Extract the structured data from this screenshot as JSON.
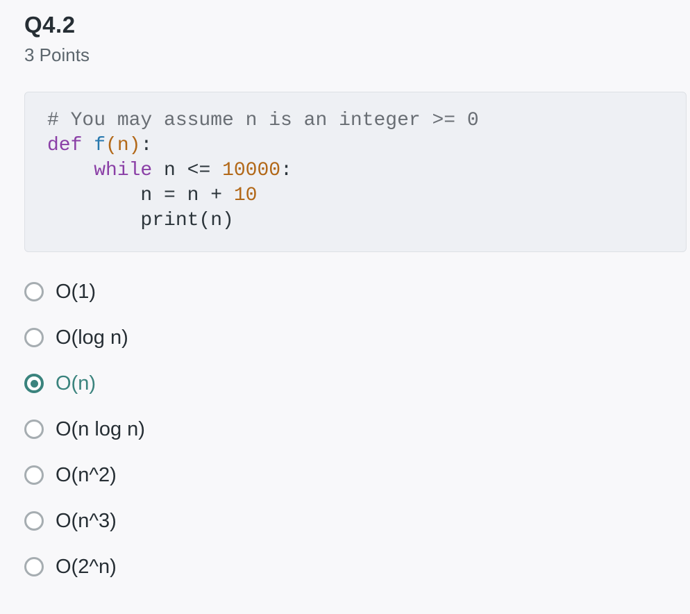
{
  "question": {
    "title": "Q4.2",
    "points": "3 Points"
  },
  "code_block": {
    "language": "python",
    "lines": [
      [
        {
          "text": "# You may assume n is an integer >= 0",
          "type": "comment"
        }
      ],
      [
        {
          "text": "def",
          "type": "keyword"
        },
        {
          "text": " ",
          "type": "plain"
        },
        {
          "text": "f",
          "type": "function"
        },
        {
          "text": "(n)",
          "type": "param"
        },
        {
          "text": ":",
          "type": "plain"
        }
      ],
      [
        {
          "text": "    ",
          "type": "plain"
        },
        {
          "text": "while",
          "type": "keyword"
        },
        {
          "text": " n <= ",
          "type": "plain"
        },
        {
          "text": "10000",
          "type": "number"
        },
        {
          "text": ":",
          "type": "plain"
        }
      ],
      [
        {
          "text": "        n = n + ",
          "type": "plain"
        },
        {
          "text": "10",
          "type": "number"
        }
      ],
      [
        {
          "text": "        print(n)",
          "type": "plain"
        }
      ]
    ]
  },
  "options": {
    "selected_value": "O(n)",
    "items": [
      {
        "label": "O(1)",
        "selected": false
      },
      {
        "label": "O(log n)",
        "selected": false
      },
      {
        "label": "O(n)",
        "selected": true
      },
      {
        "label": "O(n log n)",
        "selected": false
      },
      {
        "label": "O(n^2)",
        "selected": false
      },
      {
        "label": "O(n^3)",
        "selected": false
      },
      {
        "label": "O(2^n)",
        "selected": false
      }
    ]
  },
  "colors": {
    "page_background": "#F8F8FA",
    "text_dark": "#262E34",
    "text_muted": "#5C666D",
    "accent_teal": "#3A837D",
    "radio_unselected": "#A6ADB1",
    "code_background": "#EEF0F4",
    "code_border": "#DDE0E5",
    "syntax_comment": "#696E74",
    "syntax_keyword": "#8A3FA6",
    "syntax_function": "#2878AE",
    "syntax_number": "#B26818",
    "syntax_plain": "#2B343A"
  }
}
